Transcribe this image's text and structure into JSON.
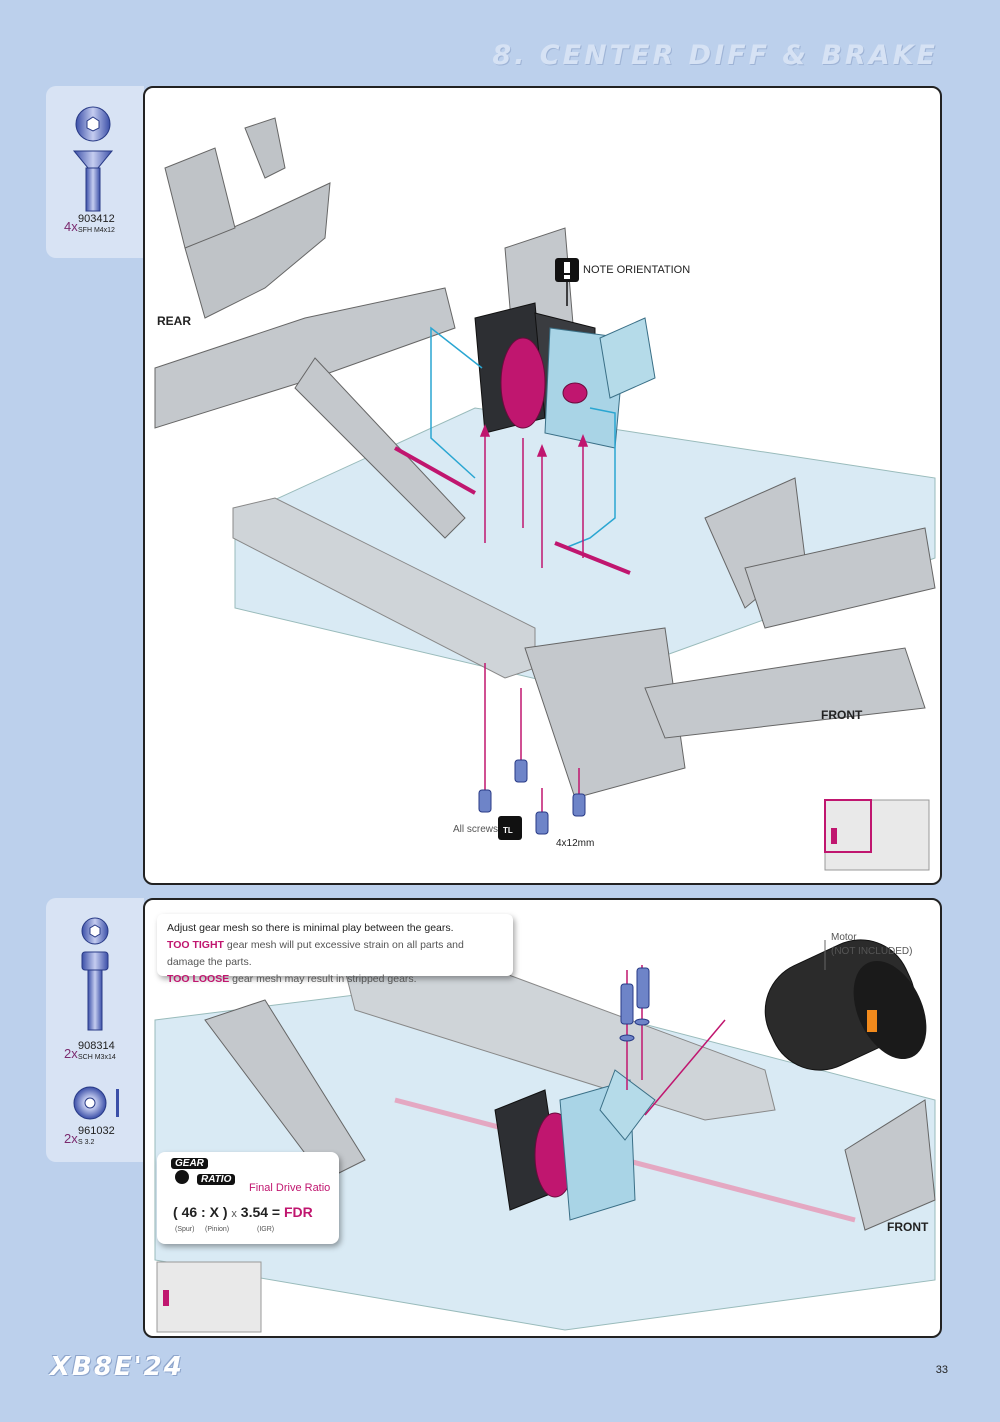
{
  "header": {
    "section_title": "8. CENTER DIFF & BRAKE"
  },
  "parts_step1": [
    {
      "qty": "4x",
      "part_number": "903412",
      "description": "SFH M4x12",
      "icon": "flat-head-screw-icon"
    }
  ],
  "parts_step2": [
    {
      "qty": "2x",
      "part_number": "908314",
      "description": "SCH M3x14",
      "icon": "cap-head-screw-icon"
    },
    {
      "qty": "2x",
      "part_number": "961032",
      "description": "S 3.2",
      "icon": "washer-icon"
    }
  ],
  "step1": {
    "rear_label": "REAR",
    "front_label": "FRONT",
    "note": "NOTE ORIENTATION",
    "screws_label": "All screws",
    "tool_label": "TL",
    "size_label": "4x12mm"
  },
  "step2": {
    "instruction": {
      "line1": "Adjust gear mesh so there is minimal play between the gears.",
      "too_tight_label": "TOO TIGHT",
      "too_tight_text": " gear mesh will put excessive strain on all parts and damage the parts.",
      "too_loose_label": "TOO LOOSE",
      "too_loose_text": " gear mesh may result in stripped gears."
    },
    "motor_label": "Motor",
    "motor_note": "(NOT INCLUDED)",
    "front_label": "FRONT",
    "gear_ratio": {
      "badge_gear": "GEAR",
      "badge_ratio": "RATIO",
      "title": "Final Drive Ratio",
      "open": "(",
      "spur_value": "46",
      "colon": ":",
      "pinion_value": "X",
      "close": ")",
      "times": "x",
      "igr_value": "3.54",
      "equals": "=",
      "result": "FDR",
      "spur_caption": "(Spur)",
      "pinion_caption": "(Pinion)",
      "igr_caption": "(IGR)"
    }
  },
  "footer": {
    "brand": "XB8E'24",
    "page_number": "33"
  },
  "colors": {
    "accent": "#c0166f",
    "background": "#bcd0ec",
    "chassis": "#d6e6f2",
    "cyan": "#2aa6d2"
  }
}
